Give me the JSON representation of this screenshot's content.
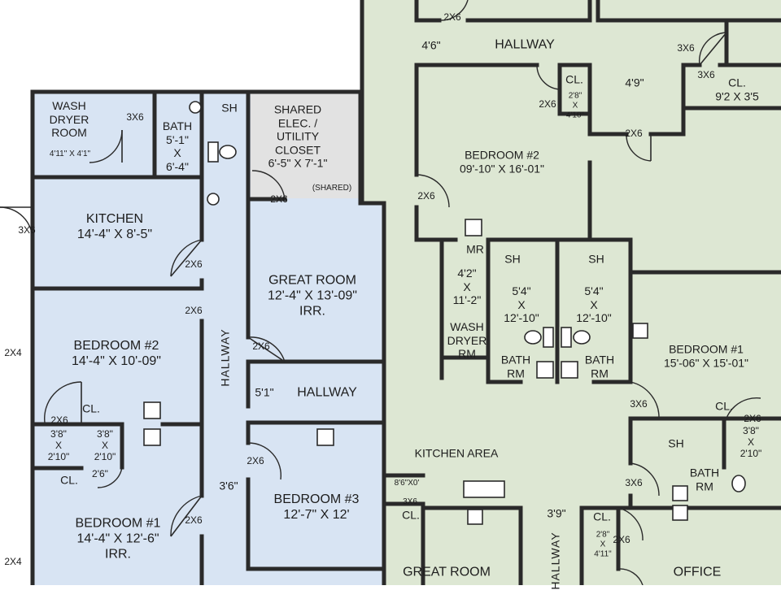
{
  "colors": {
    "left_unit_fill": "#d8e4f3",
    "right_unit_fill": "#dde7d3",
    "utility_fill": "#e2e2e2",
    "wall": "#2a2a2a"
  },
  "labels": {
    "wash_dryer_room": {
      "text": "WASH\nDRYER\nROOM"
    },
    "wash_dryer_dim": {
      "text": "4'11\" X 4'1\""
    },
    "dim_3x6_wash": {
      "text": "3X6"
    },
    "bath_left": {
      "text": "BATH\n5'-1\"\nX\n6'-4\""
    },
    "sh_left": {
      "text": "SH"
    },
    "shared_elec": {
      "text": "SHARED\nELEC. /\nUTILITY\nCLOSET\n6'-5\" X 7'-1\""
    },
    "shared_tag": {
      "text": "(SHARED)"
    },
    "dim_2x6_util": {
      "text": "2X6"
    },
    "kitchen": {
      "text": "KITCHEN\n14'-4\" X 8'-5\""
    },
    "dim_3x6_kitchen": {
      "text": "3X6"
    },
    "dim_2x6_kitchen": {
      "text": "2X6"
    },
    "great_room_left": {
      "text": "GREAT ROOM\n12'-4\" X 13'-09\"\nIRR."
    },
    "dim_2x6_hall": {
      "text": "2X6"
    },
    "bedroom2_left": {
      "text": "BEDROOM #2\n14'-4\" X 10'-09\""
    },
    "dim_2x6_bed2": {
      "text": "2X6"
    },
    "hallway_vertical_left": {
      "text": "HALLWAY"
    },
    "dim_2x6_great": {
      "text": "2X6"
    },
    "win_2x4_a": {
      "text": "2X4"
    },
    "win_2x4_b": {
      "text": "2X4"
    },
    "hallway_51": {
      "text": "HALLWAY"
    },
    "dim_51": {
      "text": "5'1\""
    },
    "cl_left_a": {
      "text": "CL."
    },
    "dim_2x6_cl": {
      "text": "2X6"
    },
    "dim_38_a": {
      "text": "3'8\"\nX\n2'10\""
    },
    "dim_38_b": {
      "text": "3'8\"\nX\n2'10\""
    },
    "dim_2x6_bed3": {
      "text": "2X6"
    },
    "cl_left_b": {
      "text": "CL."
    },
    "dim_26_small": {
      "text": "2'6\""
    },
    "dim_36_hall": {
      "text": "3'6\""
    },
    "bedroom3": {
      "text": "BEDROOM #3\n12'-7\" X 12'"
    },
    "bedroom1_left": {
      "text": "BEDROOM #1\n14'-4\" X 12'-6\"\nIRR."
    },
    "dim_2x6_bed1": {
      "text": "2X6"
    },
    "dim_2x6_top": {
      "text": "2X6"
    },
    "dim_46": {
      "text": "4'6\""
    },
    "hallway_top": {
      "text": "HALLWAY"
    },
    "dim_3x6_top_a": {
      "text": "3X6"
    },
    "dim_3x6_top_b": {
      "text": "3X6"
    },
    "cl_right_top": {
      "text": "CL.\n9'2 X 3'5"
    },
    "cl_small": {
      "text": "CL."
    },
    "dim_28": {
      "text": "2'8\"\nX\n4'10\""
    },
    "dim_2x6_cl_small": {
      "text": "2X6"
    },
    "dim_49": {
      "text": "4'9\""
    },
    "dim_2x6_49": {
      "text": "2X6"
    },
    "bedroom2_right": {
      "text": "BEDROOM #2\n09'-10\" X 16'-01\""
    },
    "dim_2x6_bed2r": {
      "text": "2X6"
    },
    "mr": {
      "text": "MR"
    },
    "sh_right_a": {
      "text": "SH"
    },
    "sh_right_b": {
      "text": "SH"
    },
    "wash_dryer_rm": {
      "text": "4'2\"\nX\n11'-2\"\n\nWASH\nDRYER\nRM"
    },
    "bath_54_a": {
      "text": "5'4\"\nX\n12'-10\""
    },
    "bath_54_b": {
      "text": "5'4\"\nX\n12'-10\""
    },
    "bath_rm_a": {
      "text": "BATH\nRM"
    },
    "bath_rm_b": {
      "text": "BATH\nRM"
    },
    "bedroom1_right": {
      "text": "BEDROOM #1\n15'-06\" X 15'-01\""
    },
    "dim_3x6_bed1r": {
      "text": "3X6"
    },
    "cl_right_mid": {
      "text": "CL."
    },
    "dim_2x6_clr": {
      "text": "2X6"
    },
    "dim_38_right": {
      "text": "3'8\"\nX\n2'10\""
    },
    "sh_bath_rm": {
      "text": "SH"
    },
    "bath_rm_right": {
      "text": "BATH\nRM"
    },
    "dim_3x6_bath": {
      "text": "3X6"
    },
    "kitchen_area": {
      "text": "KITCHEN AREA"
    },
    "dim_86": {
      "text": "8'6\"X0'"
    },
    "dim_3x6_cl": {
      "text": "3X6"
    },
    "cl_kitchen": {
      "text": "CL."
    },
    "dim_39": {
      "text": "3'9\""
    },
    "cl_office": {
      "text": "CL."
    },
    "dim_28_office": {
      "text": "2'8\"\nX\n4'11\""
    },
    "dim_2x6_office": {
      "text": "2X6"
    },
    "great_room_right": {
      "text": "GREAT ROOM"
    },
    "hallway_vertical_right": {
      "text": "HALLWAY"
    },
    "office": {
      "text": "OFFICE"
    }
  }
}
